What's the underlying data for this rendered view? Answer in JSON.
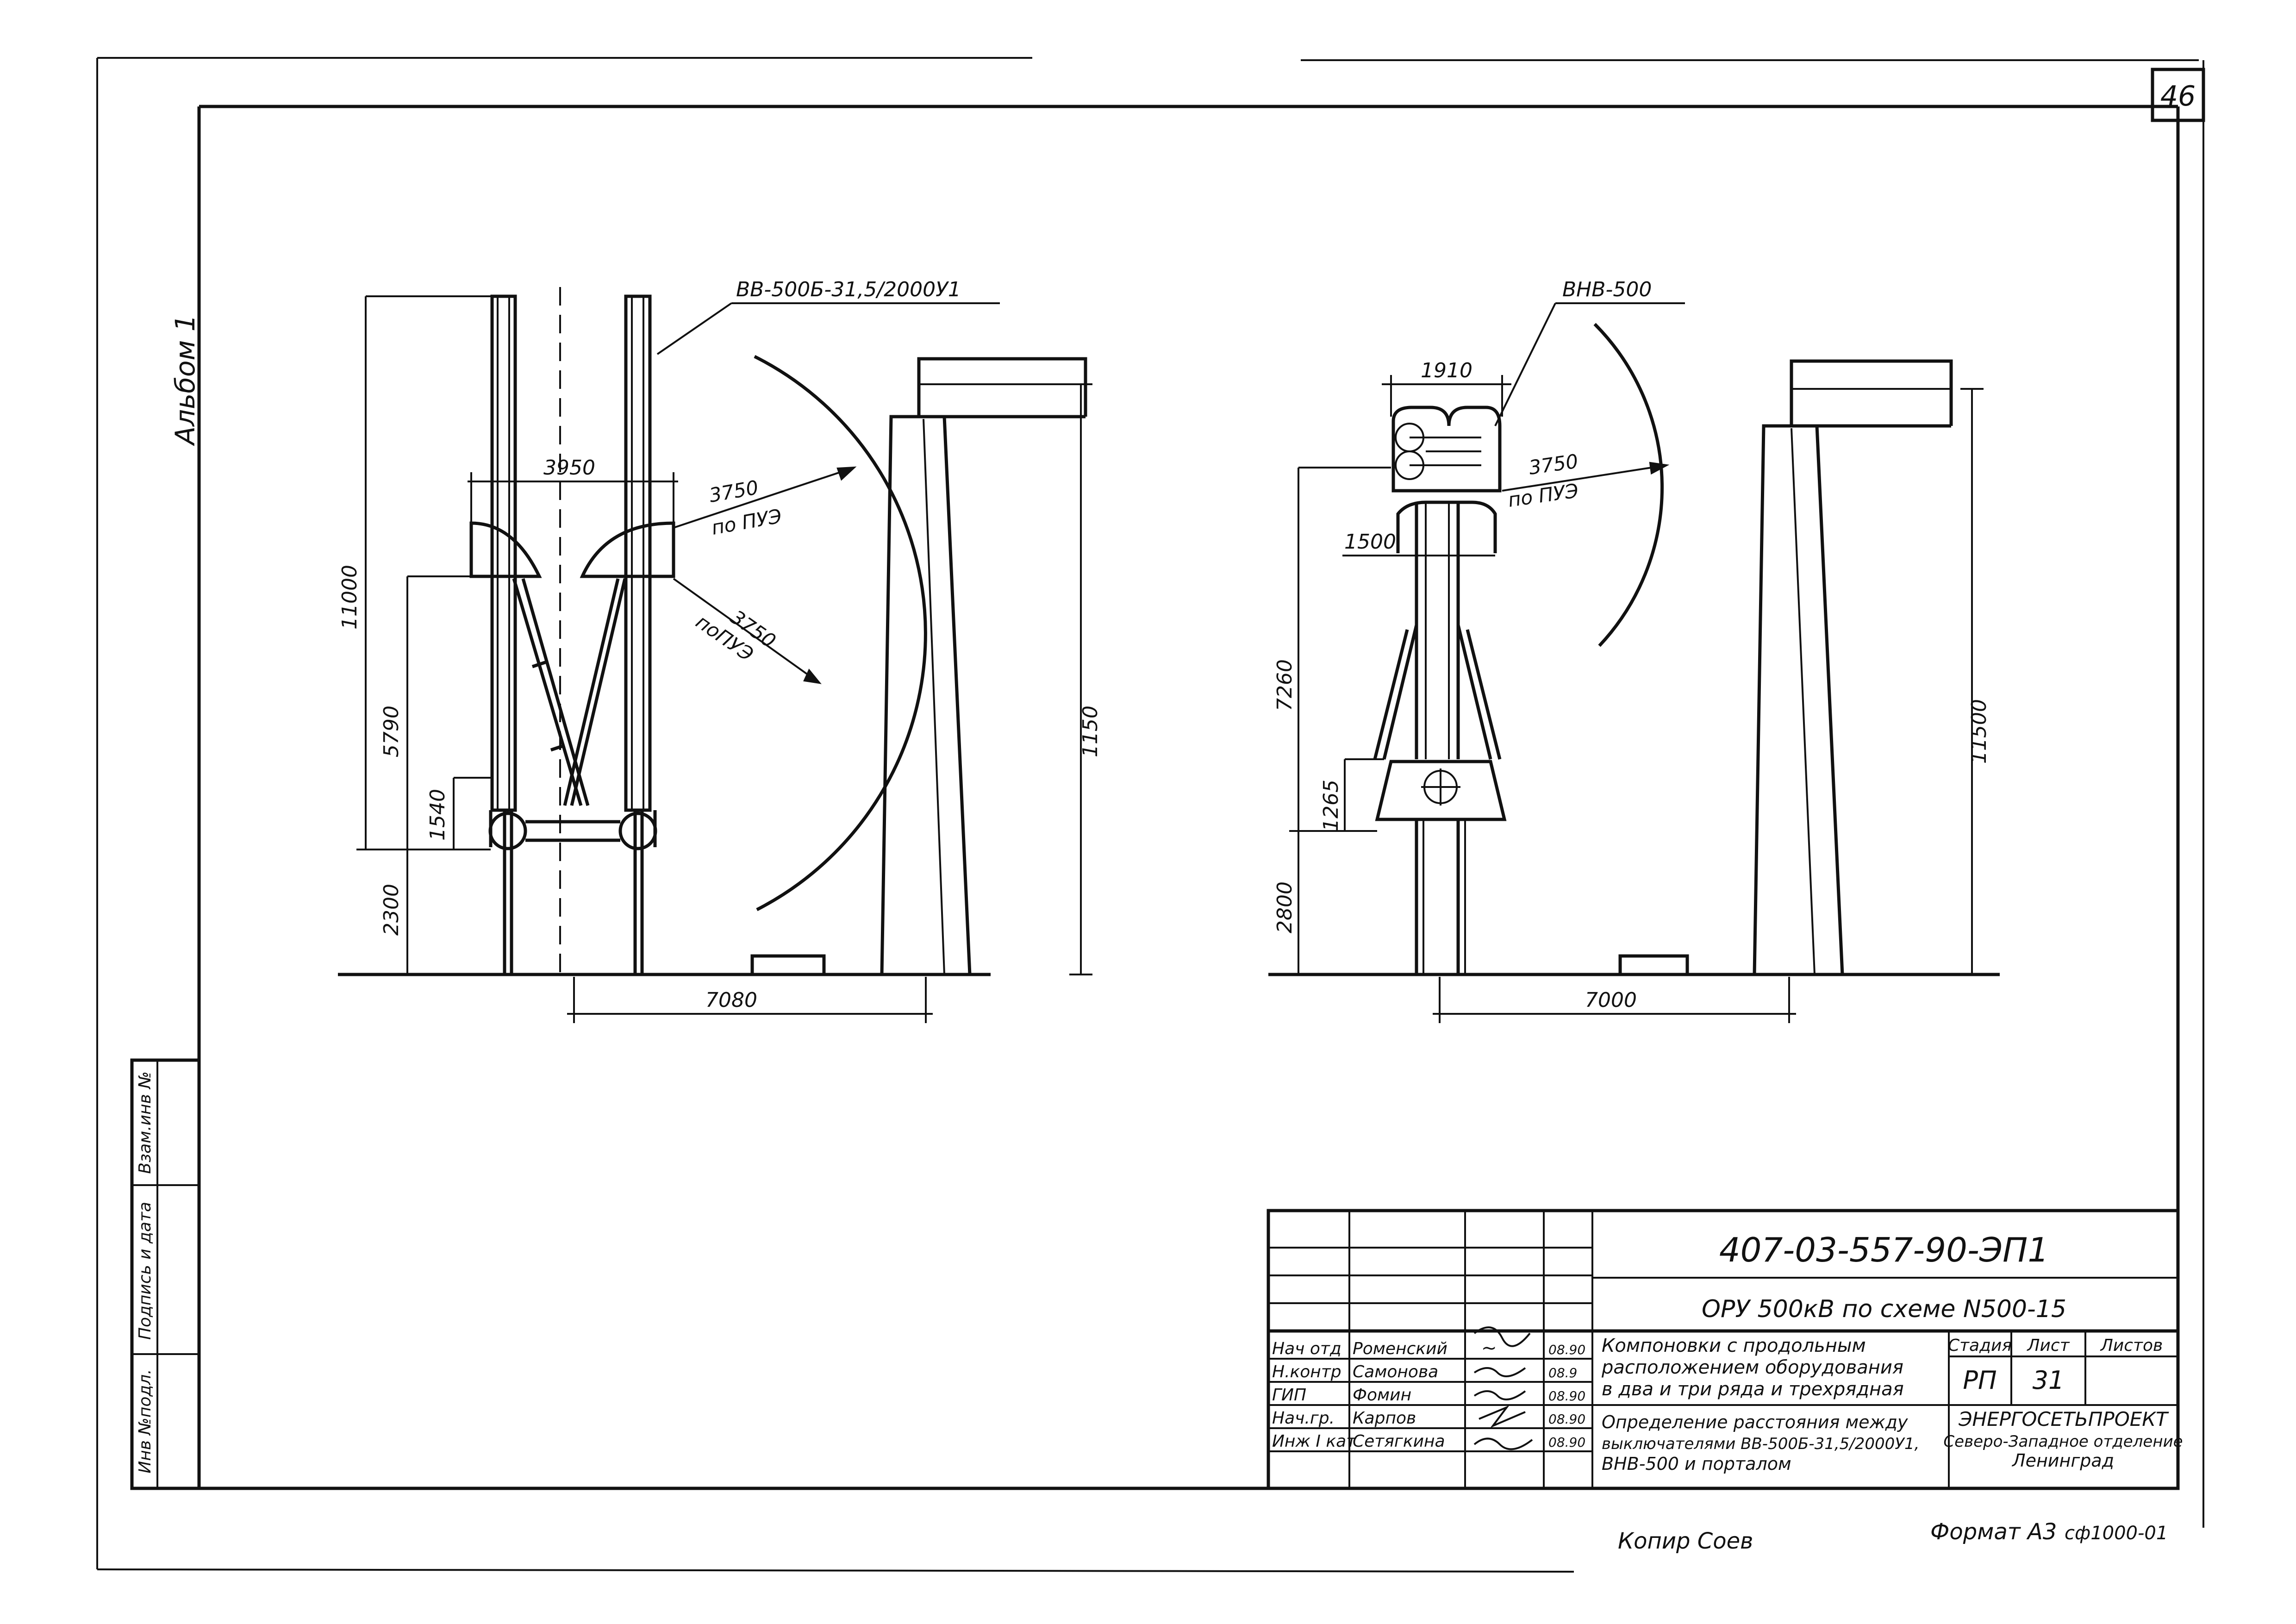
{
  "sheet_number": "46",
  "album_label": "Альбом 1",
  "copied_by": "Копир Соев",
  "format_label": "Формат А3",
  "footer_code": "сф1000-01",
  "left_view": {
    "breaker_label": "ВВ-500Б-31,5/2000У1",
    "dim_width": "3950",
    "dim_height_total": "11000",
    "dim_5790": "5790",
    "dim_1540": "1540",
    "dim_2300": "2300",
    "dim_7080": "7080",
    "clearance_1": "3750",
    "clearance_1_note": "по ПУЭ",
    "clearance_2": "3750",
    "clearance_2_note": "поПУЭ",
    "portal_height": "1150"
  },
  "right_view": {
    "breaker_label": "ВНВ-500",
    "dim_1910": "1910",
    "clearance": "3750",
    "clearance_note": "по ПУЭ",
    "dim_1500": "1500",
    "dim_7260": "7260",
    "dim_1265": "1265",
    "dim_2800": "2800",
    "dim_7000": "7000",
    "portal_height": "11500"
  },
  "side_stamp": {
    "inv_podl": "Инв №подл.",
    "sign_date": "Подпись и дата",
    "vzam": "Взам.инв №"
  },
  "title_block": {
    "doc_code": "407-03-557-90-ЭП1",
    "project": "ОРУ 500кВ по схеме N500-15",
    "title_lines": [
      "Компоновки с продольным",
      "расположением оборудования",
      "в два и три ряда и трехрядная"
    ],
    "subtitle_lines": [
      "Определение расстояния между",
      "выключателями ВВ-500Б-31,5/2000У1,",
      "ВНВ-500 и порталом"
    ],
    "stage_header": "Стадия",
    "sheet_header": "Лист",
    "sheets_header": "Листов",
    "stage": "РП",
    "sheet": "31",
    "org_lines": [
      "ЭНЕРГОСЕТЬПРОЕКТ",
      "Северо-Западное отделение",
      "Ленинград"
    ],
    "staff": [
      {
        "role": "Нач отд",
        "name": "Роменский",
        "date": "08.90"
      },
      {
        "role": "Н.контр",
        "name": "Самонова",
        "date": "08.9"
      },
      {
        "role": "ГИП",
        "name": "Фомин",
        "date": "08.90"
      },
      {
        "role": "Нач.гр.",
        "name": "Карпов",
        "date": "08.90"
      },
      {
        "role": "Инж I кат",
        "name": "Сетягкина",
        "date": "08.90"
      }
    ]
  }
}
